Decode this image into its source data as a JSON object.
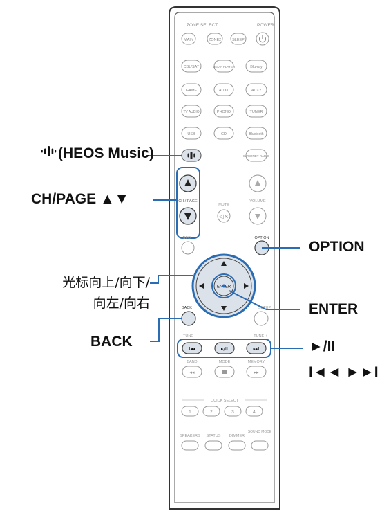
{
  "remote": {
    "zone_select": "ZONE SELECT",
    "power": "POWER",
    "buttons": {
      "main": "MAIN",
      "zone2": "ZONE2",
      "sleep": "SLEEP",
      "cbl_sat": "CBL/SAT",
      "media_player": "MEDIA PLAYER",
      "bluray": "Blu-ray",
      "game": "GAME",
      "aux1": "AUX1",
      "aux2": "AUX2",
      "tv_audio": "TV AUDIO",
      "phono": "PHONO",
      "tuner": "TUNER",
      "usb": "USB",
      "cd": "CD",
      "bluetooth": "Bluetooth",
      "internet_radio": "INTERNET RADIO"
    },
    "ch_page": "CH / PAGE",
    "mute": "MUTE",
    "volume": "VOLUME",
    "info": "INFO",
    "option": "OPTION",
    "enter": "ENTER",
    "back": "BACK",
    "setup": "SETUP",
    "tune_minus": "TUNE −",
    "tune_plus": "TUNE +",
    "band": "BAND",
    "mode": "MODE",
    "memory": "MEMORY",
    "quick_select": "QUICK SELECT",
    "quick_keys": [
      "1",
      "2",
      "3",
      "4"
    ],
    "speakers": "SPEAKERS",
    "status": "STATUS",
    "dimmer": "DIMMER",
    "sound_mode": "SOUND MODE"
  },
  "callouts": {
    "heos_music": "(HEOS Music)",
    "ch_page": "CH/PAGE ▲▼",
    "cursor_line1": "光标向上/向下/",
    "cursor_line2": "向左/向右",
    "back": "BACK",
    "option": "OPTION",
    "enter": "ENTER",
    "play_pause": "►/II",
    "skip": "I◄◄ ►►I"
  },
  "colors": {
    "accent": "#2a6db5",
    "outline": "#666666",
    "highlight_fill": "#dbe2ea"
  }
}
